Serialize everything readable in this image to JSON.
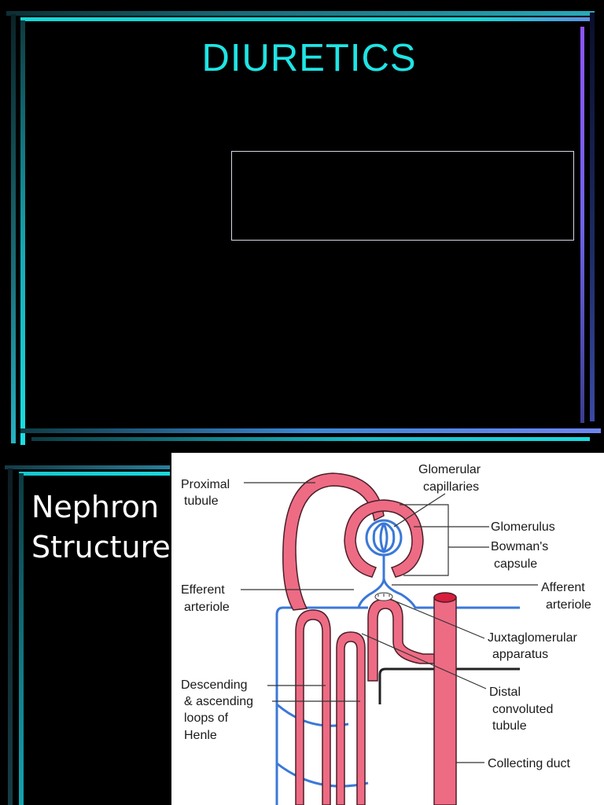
{
  "slide1": {
    "title": "DIURETICS"
  },
  "slide2": {
    "heading_line1": "Nephron",
    "heading_line2": "Structure",
    "diagram": {
      "labels": {
        "proximal_1": "Proximal",
        "proximal_2": "tubule",
        "glom_cap_1": "Glomerular",
        "glom_cap_2": "capillaries",
        "glomerulus": "Glomerulus",
        "bowman_1": "Bowman's",
        "bowman_2": "capsule",
        "efferent_1": "Efferent",
        "efferent_2": "arteriole",
        "afferent_1": "Afferent",
        "afferent_2": "arteriole",
        "juxta_1": "Juxtaglomerular",
        "juxta_2": "apparatus",
        "desc_1": "Descending",
        "desc_2": "& ascending",
        "desc_3": "loops of",
        "desc_4": "Henle",
        "distal_1": "Distal",
        "distal_2": "convoluted",
        "distal_3": "tubule",
        "collecting": "Collecting duct"
      },
      "colors": {
        "tubule": "#ee6b84",
        "tubule_outline": "#4a1f2a",
        "vessel": "#3b78d8",
        "duct_lumen": "#d81d3d"
      }
    }
  }
}
